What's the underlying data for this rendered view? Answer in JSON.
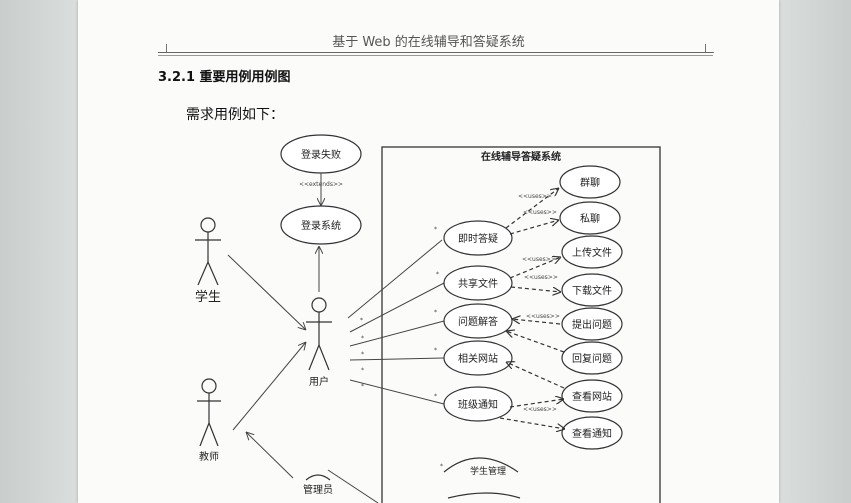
{
  "header": {
    "title": "基于 Web 的在线辅导和答疑系统"
  },
  "section": {
    "title": "3.2.1  重要用例用例图"
  },
  "intro": "需求用例如下：",
  "diagram": {
    "system_title": "在线辅导答疑系统",
    "actors": {
      "student": "学生",
      "teacher": "教师",
      "user": "用户",
      "admin": "管理员"
    },
    "left_usecases": {
      "login_fail": "登录失败",
      "login": "登录系统"
    },
    "extends_label": "<<extends>>",
    "uses_label": "<<uses>>",
    "usecases": {
      "instant_qa": "即时答疑",
      "share_file": "共享文件",
      "question_answer": "问题解答",
      "related_sites": "相关网站",
      "class_notice": "班级通知",
      "student_manage": "学生管理"
    },
    "sub_usecases": {
      "group_chat": "群聊",
      "private_chat": "私聊",
      "upload_file": "上传文件",
      "download_file": "下载文件",
      "ask_question": "提出问题",
      "reply_question": "回复问题",
      "view_sites": "查看网站",
      "view_notice": "查看通知"
    },
    "multiplicity_star": "*"
  }
}
